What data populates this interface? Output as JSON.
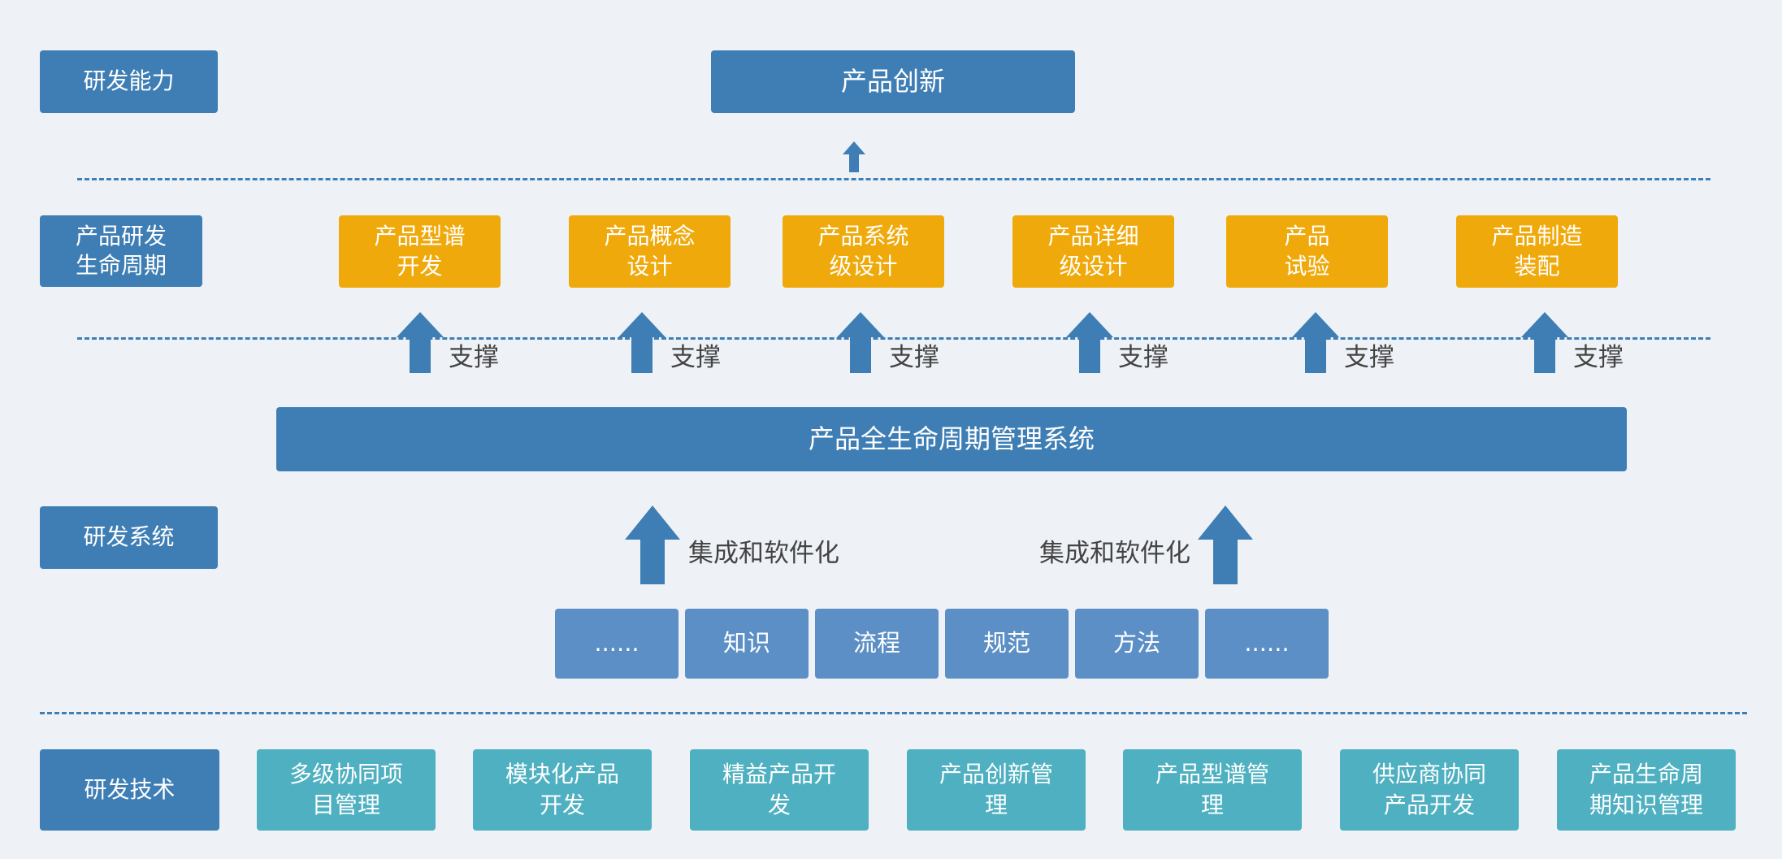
{
  "colors": {
    "background": "#eef2f6",
    "blue": "#3e7eb4",
    "orange": "#f0a90a",
    "element_blue": "#5b8fc6",
    "teal": "#4eb0c0",
    "text_dark": "#444444"
  },
  "layers": {
    "capability": {
      "label": "研发能力",
      "box": "产品创新"
    },
    "lifecycle": {
      "label": "产品研发\n生命周期",
      "stages": [
        "产品型谱\n开发",
        "产品概念\n设计",
        "产品系统\n级设计",
        "产品详细\n级设计",
        "产品\n试验",
        "产品制造\n装配"
      ],
      "support_label": "支撑"
    },
    "system": {
      "label": "研发系统",
      "main_box": "产品全生命周期管理系统",
      "integration_label": "集成和软件化",
      "elements": [
        "......",
        "知识",
        "流程",
        "规范",
        "方法",
        "......"
      ]
    },
    "technology": {
      "label": "研发技术",
      "items": [
        "多级协同项\n目管理",
        "模块化产品\n开发",
        "精益产品开\n发",
        "产品创新管\n理",
        "产品型谱管\n理",
        "供应商协同\n产品开发",
        "产品生命周\n期知识管理"
      ]
    }
  },
  "icons": {
    "arrow": "up-arrow-icon"
  }
}
